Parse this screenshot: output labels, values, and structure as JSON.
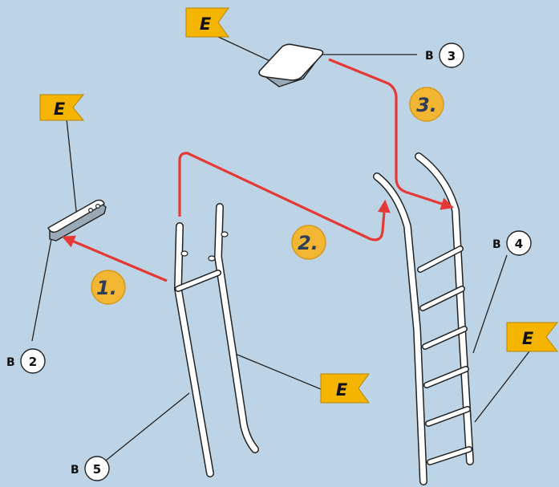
{
  "colors": {
    "background": "#bdd4e6",
    "arrow": "#e53935",
    "flag": "#f5b400",
    "badge": "#f2b632",
    "part_fill": "#ffffff",
    "line": "#222222"
  },
  "icons": {
    "flag": "flag-icon",
    "badge": "step-badge-icon"
  },
  "flags": [
    {
      "id": "top",
      "letter": "E"
    },
    {
      "id": "left",
      "letter": "E"
    },
    {
      "id": "middle",
      "letter": "E"
    },
    {
      "id": "right",
      "letter": "E"
    }
  ],
  "callouts": [
    {
      "id": "cap",
      "letter": "B",
      "number": "3"
    },
    {
      "id": "bracket",
      "letter": "B",
      "number": "2"
    },
    {
      "id": "ladder",
      "letter": "B",
      "number": "4"
    },
    {
      "id": "rails",
      "letter": "B",
      "number": "5"
    }
  ],
  "steps": [
    {
      "id": "one",
      "label": "1."
    },
    {
      "id": "two",
      "label": "2."
    },
    {
      "id": "three",
      "label": "3."
    }
  ]
}
